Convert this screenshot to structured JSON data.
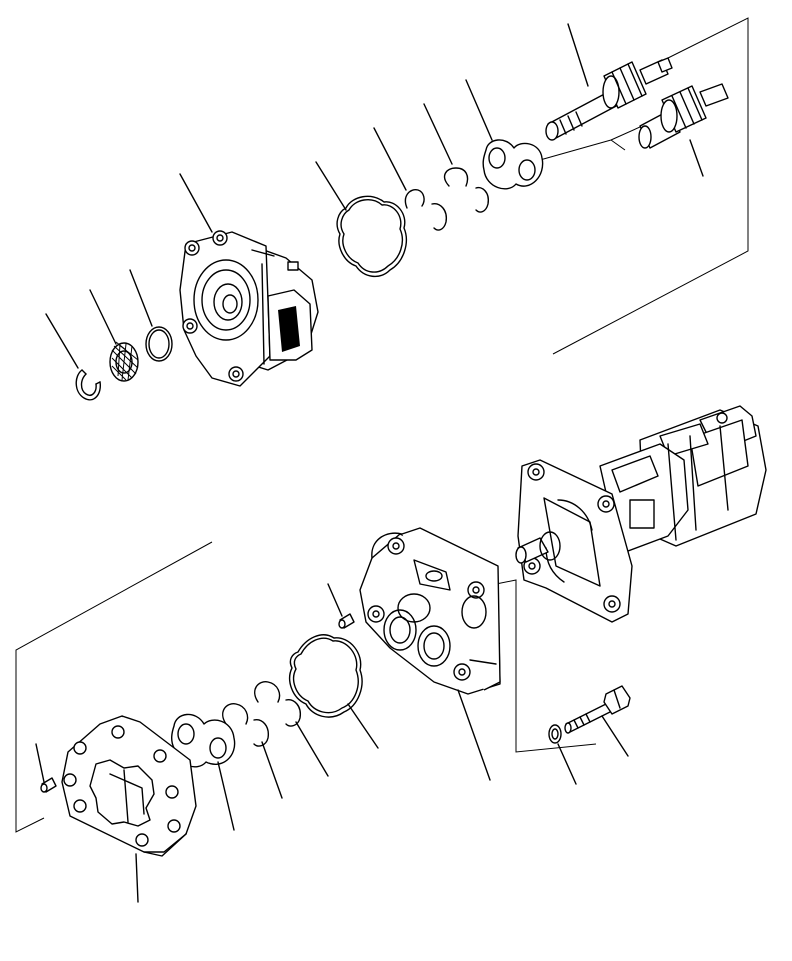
{
  "diagram": {
    "kind": "exploded-parts-view",
    "background": "#ffffff",
    "line_color": "#000000",
    "text_labels": []
  },
  "parts": [
    {
      "id": "drive-shaft-gear",
      "icon": "shaft-gear-icon"
    },
    {
      "id": "driven-gear",
      "icon": "gear-icon"
    },
    {
      "id": "thrust-plate-top",
      "icon": "figure-eight-plate-icon"
    },
    {
      "id": "backup-ring-top-a",
      "icon": "backup-ring-icon"
    },
    {
      "id": "backup-ring-top-b",
      "icon": "backup-ring-icon"
    },
    {
      "id": "seal-top",
      "icon": "seal-ring-icon"
    },
    {
      "id": "front-flange-housing",
      "icon": "housing-icon"
    },
    {
      "id": "washer",
      "icon": "washer-icon"
    },
    {
      "id": "oil-seal",
      "icon": "oil-seal-icon"
    },
    {
      "id": "snap-ring",
      "icon": "snap-ring-icon"
    },
    {
      "id": "pump-assembly",
      "icon": "pump-assembly-icon"
    },
    {
      "id": "cover-plate",
      "icon": "cover-plate-icon"
    },
    {
      "id": "dowel-pin-a",
      "icon": "pin-icon"
    },
    {
      "id": "seal-bottom",
      "icon": "seal-ring-icon"
    },
    {
      "id": "backup-ring-bottom-a",
      "icon": "backup-ring-icon"
    },
    {
      "id": "backup-ring-bottom-b",
      "icon": "backup-ring-icon"
    },
    {
      "id": "thrust-plate-bottom",
      "icon": "figure-eight-plate-icon"
    },
    {
      "id": "gear-case",
      "icon": "gear-case-icon"
    },
    {
      "id": "dowel-pin-b",
      "icon": "pin-icon"
    },
    {
      "id": "bolt",
      "icon": "bolt-icon"
    },
    {
      "id": "bolt-washer",
      "icon": "washer-icon"
    }
  ]
}
